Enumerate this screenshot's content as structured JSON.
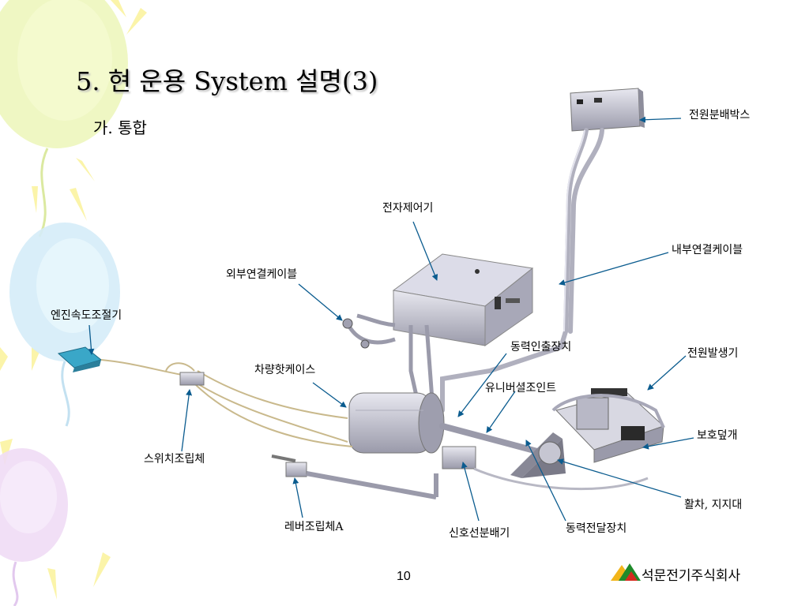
{
  "slide": {
    "title": "5. 현 운용 System 설명(3)",
    "subtitle": "가. 통합",
    "page_number": "10",
    "company": "석문전기주식회사",
    "logo_icon": "mountain-logo-icon"
  },
  "diagram": {
    "labels": {
      "power_distribution_box": "전원분배박스",
      "electronic_controller": "전자제어기",
      "internal_cable": "내부연결케이블",
      "external_cable": "외부연결케이블",
      "engine_speed_controller": "엔진속도조절기",
      "power_takeoff": "동력인출장치",
      "generator": "전원발생기",
      "vehicle_hot_case": "차량핫케이스",
      "universal_joint": "유니버셜조인트",
      "protective_cover": "보호덮개",
      "switch_assembly": "스위치조립체",
      "pulley_support": "활차, 지지대",
      "lever_assembly": "레버조립체A",
      "signal_distributor": "신호선분배기",
      "power_transmission": "동력전달장치"
    },
    "colors": {
      "leader_line": "#0b5c8f",
      "equipment_metal": "#c9c9d6",
      "equipment_dark": "#7c7c8c"
    }
  },
  "decor": {
    "balloon_colors": [
      "#e6f3a8",
      "#cdeaf7",
      "#ebd5f3",
      "#fbf6b0"
    ]
  }
}
